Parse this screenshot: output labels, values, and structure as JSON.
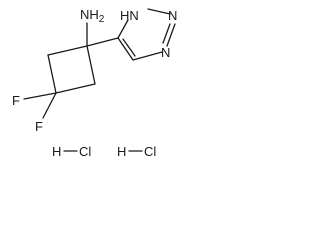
{
  "molecule": {
    "amine": {
      "label": "NH",
      "subscript": "2"
    },
    "triazole": {
      "n1h": "HN",
      "n2": "N",
      "n3": "N"
    },
    "fluorine_upper": "F",
    "fluorine_lower": "F",
    "hcl_1": {
      "h": "H",
      "cl": "Cl"
    },
    "hcl_2": {
      "h": "H",
      "cl": "Cl"
    }
  }
}
